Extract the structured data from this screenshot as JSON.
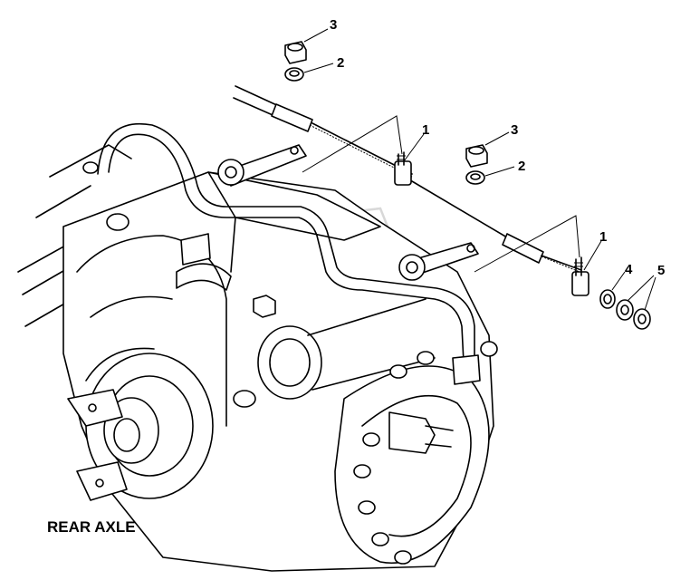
{
  "caption": "REAR AXLE",
  "callouts": [
    {
      "id": "c3a",
      "label": "3"
    },
    {
      "id": "c2a",
      "label": "2"
    },
    {
      "id": "c1a",
      "label": "1"
    },
    {
      "id": "c3b",
      "label": "3"
    },
    {
      "id": "c2b",
      "label": "2"
    },
    {
      "id": "c1b",
      "label": "1"
    },
    {
      "id": "c4",
      "label": "4"
    },
    {
      "id": "c5",
      "label": "5"
    }
  ]
}
